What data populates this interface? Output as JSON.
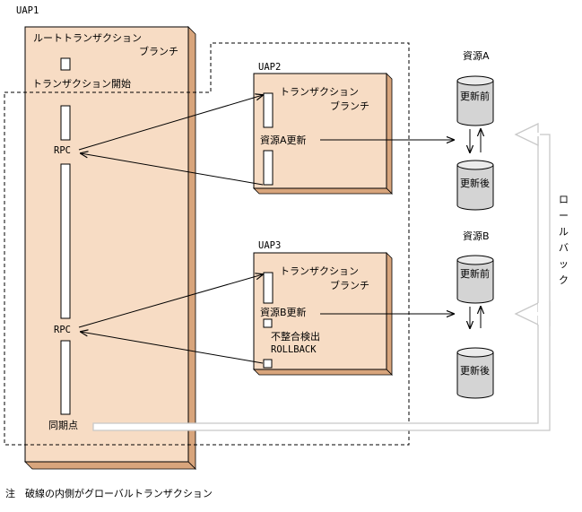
{
  "colors": {
    "box_fill": "#f7dcc4",
    "box_side": "#d8a57c",
    "cylinder_fill": "#d4d4d4",
    "cylinder_top": "#ececec",
    "rollback_arrow": "#c8c8c8"
  },
  "uap1": {
    "title": "UAP1",
    "root_branch_line1": "ルートトランザクション",
    "root_branch_line2": "ブランチ",
    "tx_start": "トランザクション開始",
    "rpc1": "RPC",
    "rpc2": "RPC",
    "sync_point": "同期点"
  },
  "uap2": {
    "title": "UAP2",
    "branch_line1": "トランザクション",
    "branch_line2": "ブランチ",
    "update": "資源A更新"
  },
  "uap3": {
    "title": "UAP3",
    "branch_line1": "トランザクション",
    "branch_line2": "ブランチ",
    "update": "資源B更新",
    "mismatch": "不整合検出",
    "rollback": "ROLLBACK"
  },
  "resource_a": {
    "title": "資源A",
    "before": "更新前",
    "after": "更新後"
  },
  "resource_b": {
    "title": "資源B",
    "before": "更新前",
    "after": "更新後"
  },
  "rollback_label": [
    "ロ",
    "ー",
    "ル",
    "バ",
    "ッ",
    "ク"
  ],
  "note": "注　破線の内側がグローバルトランザクション"
}
